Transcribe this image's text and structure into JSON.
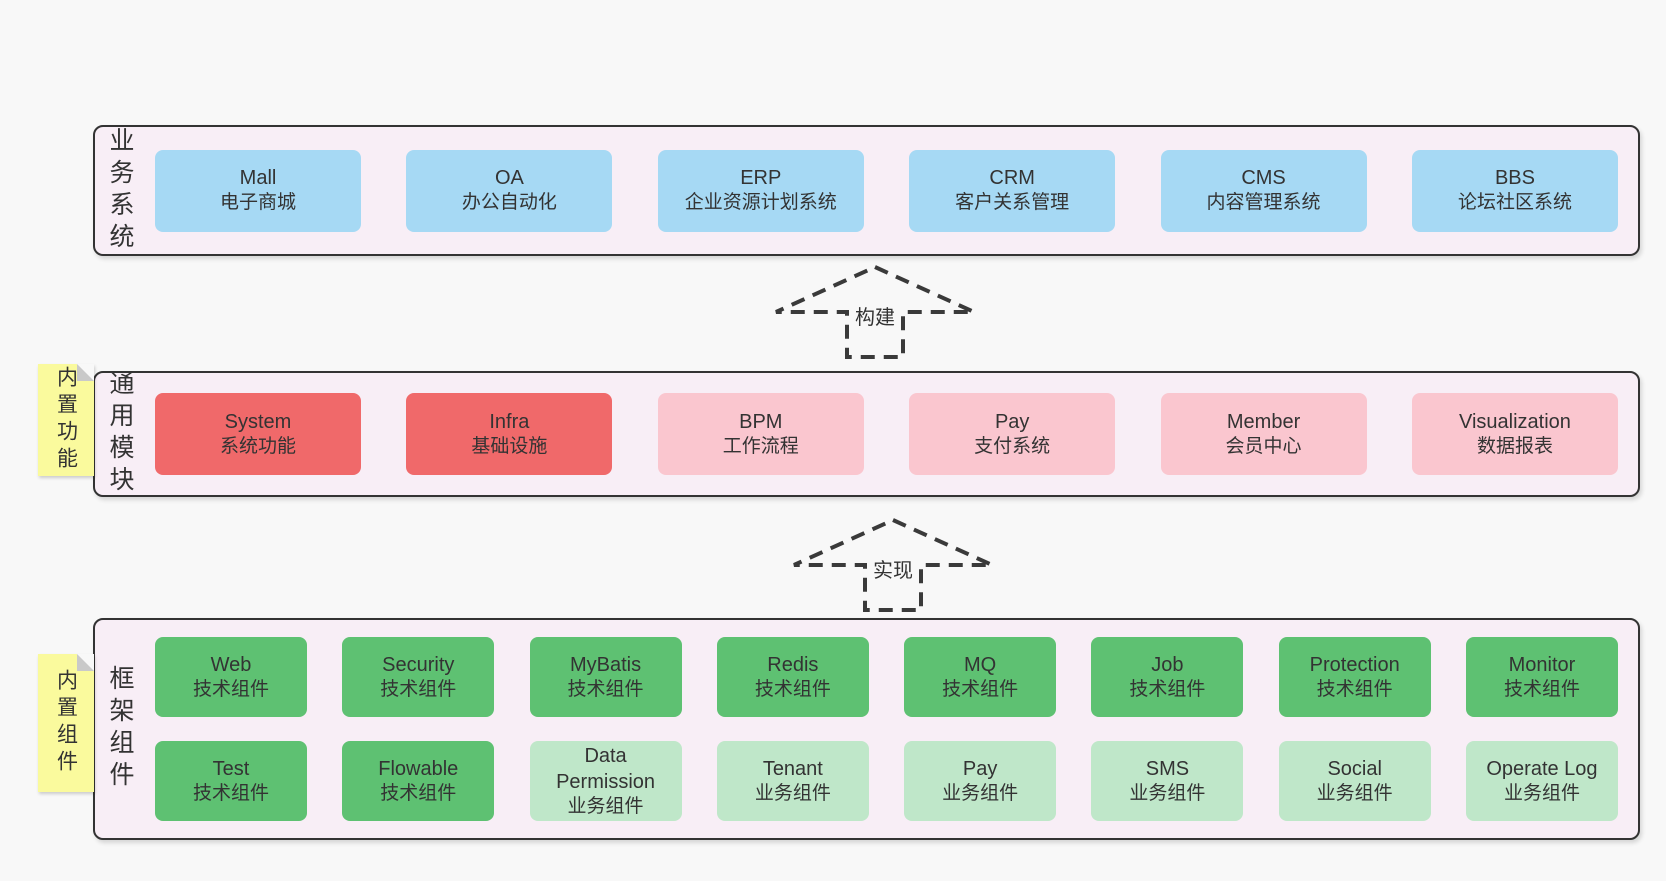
{
  "palette": {
    "page_bg": "#f8f8f8",
    "band_bg": "#f8eef6",
    "band_border": "#333333",
    "blue_box": "#a6d9f4",
    "red_box": "#f0696a",
    "pink_box": "#fac6cf",
    "green_box": "#5ec172",
    "light_green_box": "#bfe7c9",
    "yellow_note": "#fafa9d",
    "text": "#333333"
  },
  "arrows": [
    {
      "label": "构建"
    },
    {
      "label": "实现"
    }
  ],
  "layers": {
    "business": {
      "label": "业务系统",
      "boxes": [
        {
          "title": "Mall",
          "subtitle": "电子商城",
          "type": "blue"
        },
        {
          "title": "OA",
          "subtitle": "办公自动化",
          "type": "blue"
        },
        {
          "title": "ERP",
          "subtitle": "企业资源计划系统",
          "type": "blue"
        },
        {
          "title": "CRM",
          "subtitle": "客户关系管理",
          "type": "blue"
        },
        {
          "title": "CMS",
          "subtitle": "内容管理系统",
          "type": "blue"
        },
        {
          "title": "BBS",
          "subtitle": "论坛社区系统",
          "type": "blue"
        }
      ]
    },
    "modules": {
      "label": "通用模块",
      "note": "内置功能",
      "boxes": [
        {
          "title": "System",
          "subtitle": "系统功能",
          "type": "red"
        },
        {
          "title": "Infra",
          "subtitle": "基础设施",
          "type": "red"
        },
        {
          "title": "BPM",
          "subtitle": "工作流程",
          "type": "pink"
        },
        {
          "title": "Pay",
          "subtitle": "支付系统",
          "type": "pink"
        },
        {
          "title": "Member",
          "subtitle": "会员中心",
          "type": "pink"
        },
        {
          "title": "Visualization",
          "subtitle": "数据报表",
          "type": "pink"
        }
      ]
    },
    "components": {
      "label": "框架组件",
      "note": "内置组件",
      "row1": [
        {
          "title": "Web",
          "subtitle": "技术组件",
          "type": "green"
        },
        {
          "title": "Security",
          "subtitle": "技术组件",
          "type": "green"
        },
        {
          "title": "MyBatis",
          "subtitle": "技术组件",
          "type": "green"
        },
        {
          "title": "Redis",
          "subtitle": "技术组件",
          "type": "green"
        },
        {
          "title": "MQ",
          "subtitle": "技术组件",
          "type": "green"
        },
        {
          "title": "Job",
          "subtitle": "技术组件",
          "type": "green"
        },
        {
          "title": "Protection",
          "subtitle": "技术组件",
          "type": "green"
        },
        {
          "title": "Monitor",
          "subtitle": "技术组件",
          "type": "green"
        }
      ],
      "row2": [
        {
          "title": "Test",
          "subtitle": "技术组件",
          "type": "green"
        },
        {
          "title": "Flowable",
          "subtitle": "技术组件",
          "type": "green"
        },
        {
          "title": "Data Permission",
          "subtitle": "业务组件",
          "type": "light_green"
        },
        {
          "title": "Tenant",
          "subtitle": "业务组件",
          "type": "light_green"
        },
        {
          "title": "Pay",
          "subtitle": "业务组件",
          "type": "light_green"
        },
        {
          "title": "SMS",
          "subtitle": "业务组件",
          "type": "light_green"
        },
        {
          "title": "Social",
          "subtitle": "业务组件",
          "type": "light_green"
        },
        {
          "title": "Operate Log",
          "subtitle": "业务组件",
          "type": "light_green"
        }
      ]
    }
  }
}
